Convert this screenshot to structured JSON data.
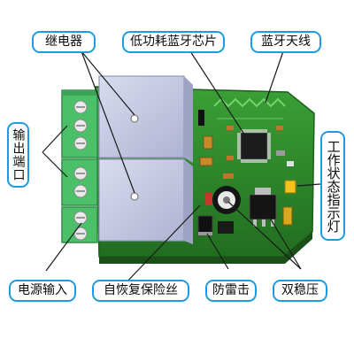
{
  "labels": {
    "relay": "继电器",
    "ble_chip": "低功耗蓝牙芯片",
    "antenna": "蓝牙天线",
    "output_port": "输出端口",
    "status_led": "工作状态指示灯",
    "power_input": "电源输入",
    "self_recovery_fuse": "自恢复保险丝",
    "lightning_protection": "防雷击",
    "dual_regulator": "双稳压"
  },
  "colors": {
    "accent": "#1e9be0",
    "pcb": "#2f8f2c",
    "terminal": "#4cc069",
    "relay": "#c9cde4",
    "leader_line": "#1a1a1a"
  }
}
